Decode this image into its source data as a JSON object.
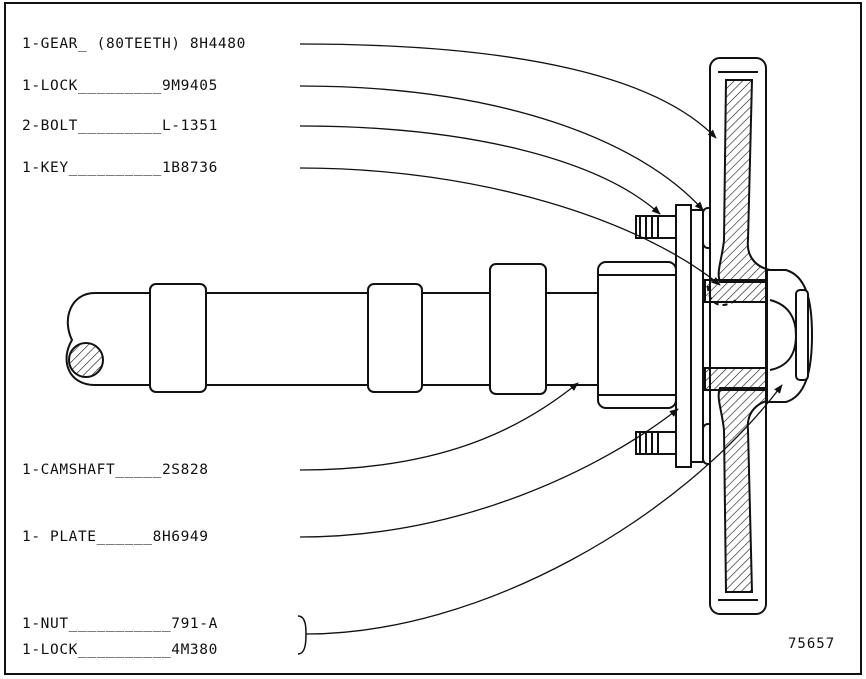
{
  "figure_number": "75657",
  "labels": {
    "gear": "1-GEAR_ (80TEETH) 8H4480",
    "lock_upper": "1-LOCK_________9M9405",
    "bolt": "2-BOLT_________L-1351",
    "key": "1-KEY__________1B8736",
    "camshaft": "1-CAMSHAFT_____2S828",
    "plate": "1- PLATE______8H6949",
    "nut": "1-NUT___________791-A",
    "lock_lower": "1-LOCK__________4M380"
  },
  "colors": {
    "ink": "#111111",
    "paper": "#ffffff"
  }
}
